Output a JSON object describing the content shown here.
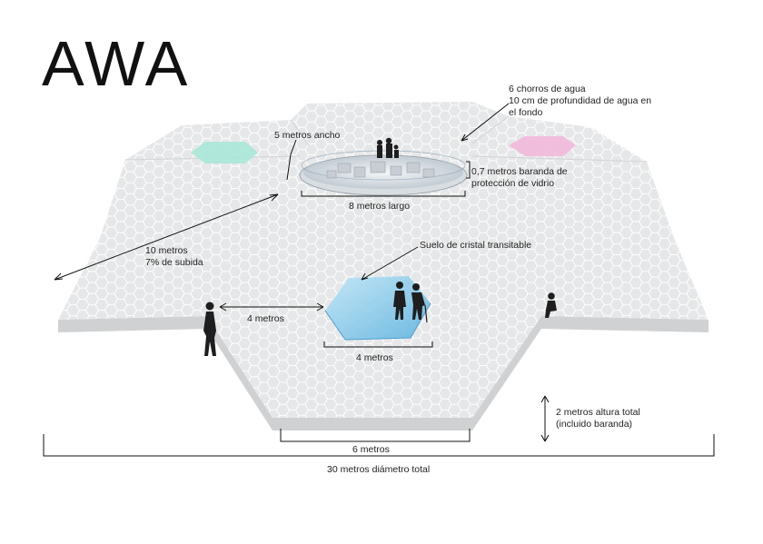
{
  "title": "AWA",
  "labels": {
    "jets_line1": "6 chorros de agua",
    "jets_line2": "10 cm de profundidad de agua en",
    "jets_line3": "el fondo",
    "width5": "5 metros ancho",
    "railing_line1": "0,7 metros baranda de",
    "railing_line2": "protección de vidrio",
    "length8": "8 metros largo",
    "slope_line1": "10 metros",
    "slope_line2": "7% de subida",
    "glass_floor": "Suelo de cristal transitable",
    "four_m_left": "4 metros",
    "four_m_bottom": "4 metros",
    "height_line1": "2 metros altura total",
    "height_line2": "(incluido baranda)",
    "six_m": "6 metros",
    "diameter": "30 metros diámetro total"
  },
  "colors": {
    "platform_top": "#e6e7e8",
    "platform_edge": "#cfd1d3",
    "hex_line": "#ffffff",
    "glass_blue": "#6fbfe6",
    "mint": "#a8e8d8",
    "pink": "#f2b8dc",
    "silhouette": "#1e1e1e"
  }
}
